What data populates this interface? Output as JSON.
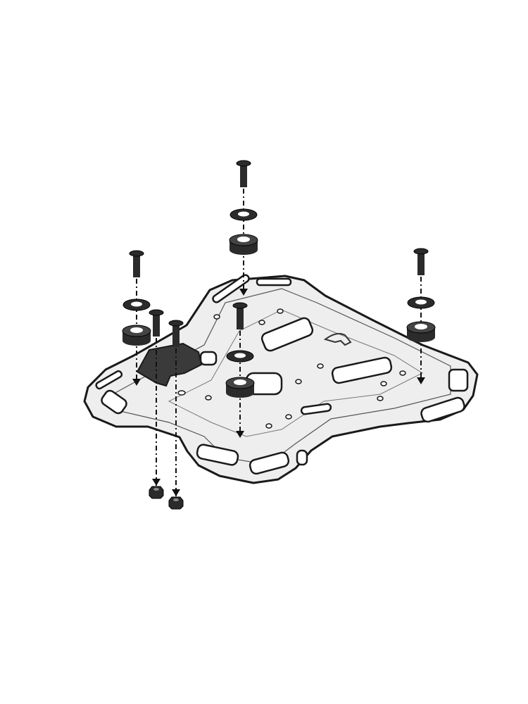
{
  "colors": {
    "background": "#ffffff",
    "plate_fill": "#eeeeee",
    "plate_outline": "#1a1a1a",
    "hardware": "#2b2b2b",
    "bracket": "#3a3a3a"
  },
  "fastener_stacks": [
    {
      "parts": [
        "bolt",
        "washer",
        "grommet"
      ]
    },
    {
      "parts": [
        "bolt",
        "washer",
        "grommet"
      ]
    },
    {
      "parts": [
        "bolt",
        "washer",
        "grommet"
      ]
    },
    {
      "parts": [
        "bolt",
        "washer",
        "grommet"
      ]
    },
    {
      "parts": [
        "bolt",
        "nut"
      ]
    },
    {
      "parts": [
        "bolt",
        "nut"
      ]
    }
  ]
}
